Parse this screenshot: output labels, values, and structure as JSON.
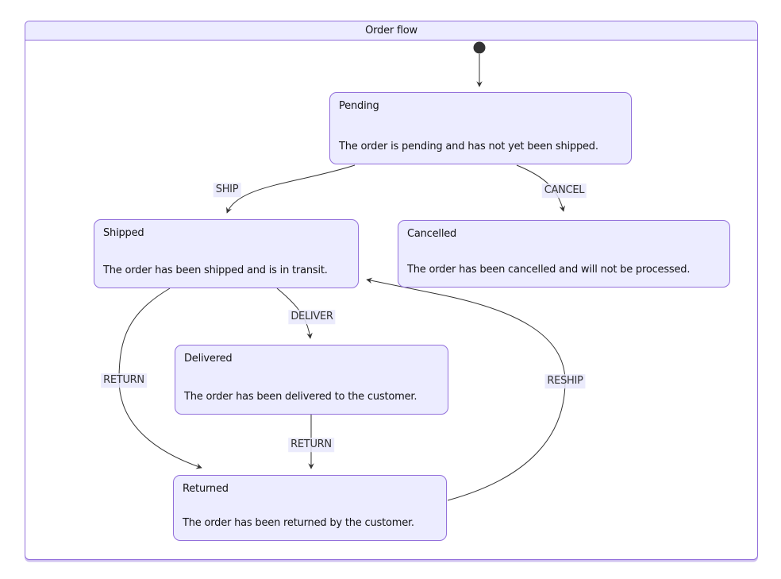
{
  "diagram": {
    "title": "Order flow",
    "type": "state-diagram"
  },
  "states": [
    {
      "id": "pending",
      "name": "Pending",
      "description": "The order is pending and has not yet been shipped."
    },
    {
      "id": "shipped",
      "name": "Shipped",
      "description": "The order has been shipped and is in transit."
    },
    {
      "id": "cancelled",
      "name": "Cancelled",
      "description": "The order has been cancelled and will not be processed."
    },
    {
      "id": "delivered",
      "name": "Delivered",
      "description": "The order has been delivered to the customer."
    },
    {
      "id": "returned",
      "name": "Returned",
      "description": "The order has been returned by the customer."
    }
  ],
  "transitions": [
    {
      "from": "[*]",
      "to": "Pending",
      "label": ""
    },
    {
      "from": "Pending",
      "to": "Shipped",
      "label": "SHIP"
    },
    {
      "from": "Pending",
      "to": "Cancelled",
      "label": "CANCEL"
    },
    {
      "from": "Shipped",
      "to": "Delivered",
      "label": "DELIVER"
    },
    {
      "from": "Shipped",
      "to": "Returned",
      "label": "RETURN"
    },
    {
      "from": "Delivered",
      "to": "Returned",
      "label": "RETURN"
    },
    {
      "from": "Returned",
      "to": "Shipped",
      "label": "RESHIP"
    }
  ],
  "colors": {
    "state_fill": "#ECECFF",
    "state_border": "#9370DB",
    "titlebar_fill": "#ECECFF",
    "edge_stroke": "#333333",
    "edge_label_bg": "#e8e8fc",
    "text": "#131316",
    "start_dot": "#333333"
  }
}
